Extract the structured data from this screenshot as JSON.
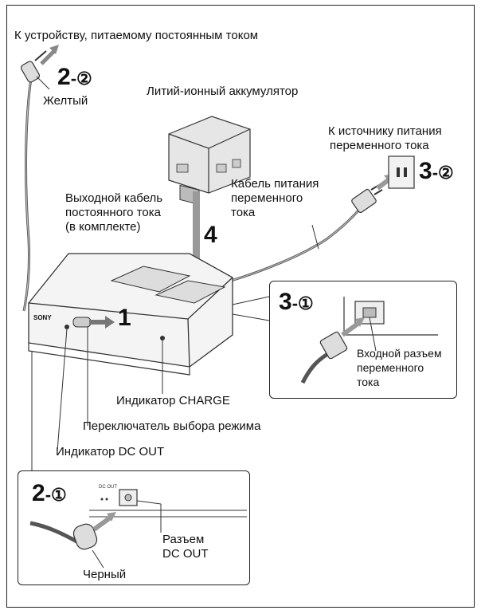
{
  "labels": {
    "dc_device": "К устройству, питаемому постоянным током",
    "yellow": "Желтый",
    "battery": "Литий-ионный аккумулятор",
    "ac_source_1": "К источнику питания",
    "ac_source_2": "переменного тока",
    "dc_cable_1": "Выходной кабель",
    "dc_cable_2": "постоянного тока",
    "dc_cable_3": "(в комплекте)",
    "ac_cable_1": "Кабель питания",
    "ac_cable_2": "переменного",
    "ac_cable_3": "тока",
    "ac_input_1": "Входной разъем",
    "ac_input_2": "переменного",
    "ac_input_3": "тока",
    "charge_indicator": "Индикатор CHARGE",
    "mode_switch": "Переключатель выбора режима",
    "dcout_indicator": "Индикатор DC OUT",
    "dcout_jack_1": "Разъем",
    "dcout_jack_2": "DC OUT",
    "black": "Черный",
    "brand": "SONY"
  },
  "steps": {
    "s2_2_num": "2",
    "s2_2_sub": "-②",
    "s3_2_num": "3",
    "s3_2_sub": "-②",
    "s4": "4",
    "s1": "1",
    "s3_1_num": "3",
    "s3_1_sub": "-①",
    "s2_1_num": "2",
    "s2_1_sub": "-①"
  }
}
